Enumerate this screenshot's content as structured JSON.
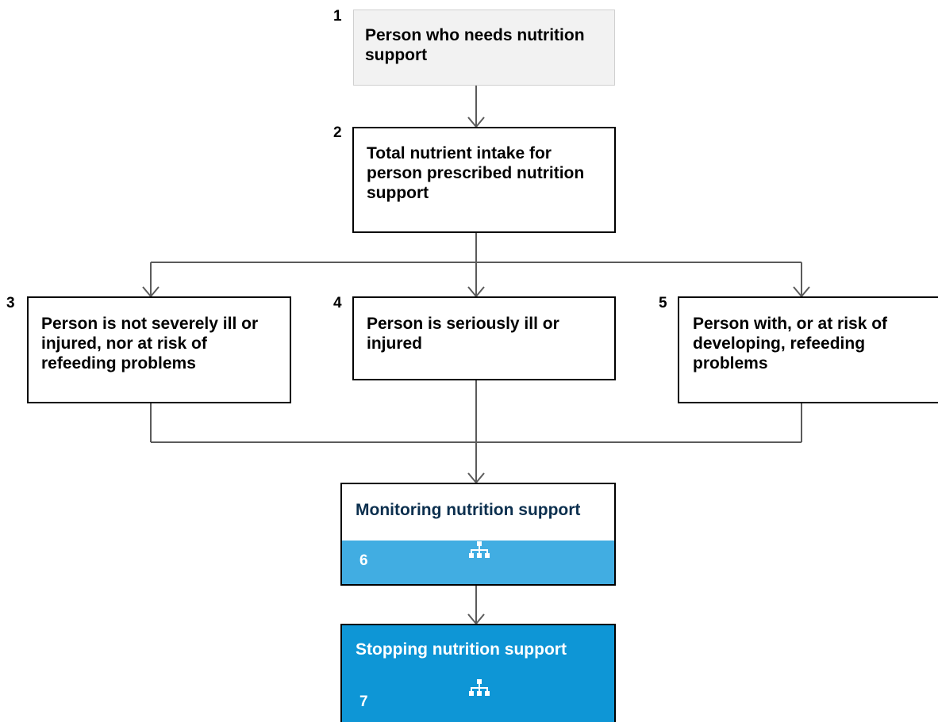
{
  "nodes": [
    {
      "number": "1",
      "text_lines": [
        "Person who needs nutrition",
        "support"
      ]
    },
    {
      "number": "2",
      "text_lines": [
        "Total nutrient intake for",
        "person prescribed nutrition",
        "support"
      ]
    },
    {
      "number": "3",
      "text_lines": [
        "Person is not severely ill or",
        "injured, nor at risk of",
        "refeeding problems"
      ]
    },
    {
      "number": "4",
      "text_lines": [
        "Person is seriously ill or",
        "injured"
      ]
    },
    {
      "number": "5",
      "text_lines": [
        "Person with, or at risk of",
        "developing, refeeding",
        "problems"
      ]
    }
  ],
  "links": [
    {
      "number": "6",
      "title": "Monitoring nutrition support",
      "icon": "flowchart-icon",
      "band_color": "#41ade2",
      "title_color": "#0b2f4e"
    },
    {
      "number": "7",
      "title": "Stopping nutrition support",
      "icon": "flowchart-icon",
      "band_color": "#0e96d6",
      "title_color": "#ffffff"
    }
  ],
  "colors": {
    "connector": "#5b5b5b",
    "box_border": "#000000",
    "start_box_fill": "#f2f2f2"
  }
}
